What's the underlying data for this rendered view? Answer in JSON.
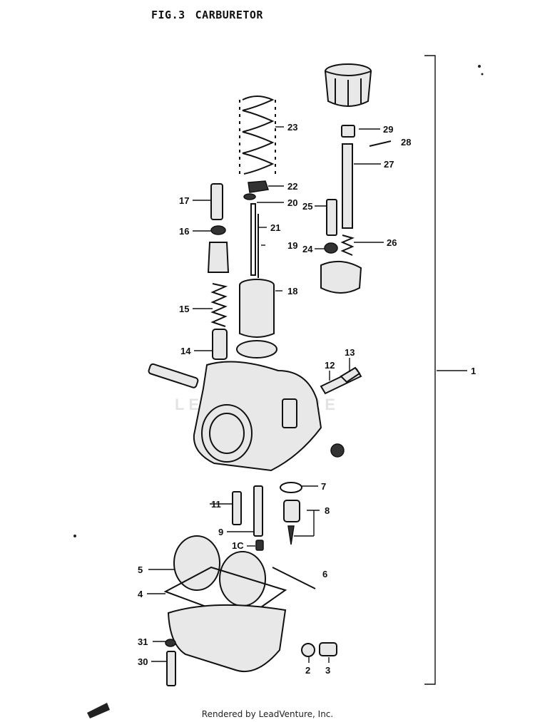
{
  "figure": {
    "number": "FIG.3",
    "title": "CARBURETOR"
  },
  "watermark": "LEADVENTURE",
  "footer": "Rendered by LeadVenture, Inc.",
  "callouts": [
    "1",
    "2",
    "3",
    "4",
    "5",
    "6",
    "7",
    "8",
    "9",
    "1C",
    "11",
    "12",
    "13",
    "14",
    "15",
    "16",
    "17",
    "18",
    "19",
    "20",
    "21",
    "22",
    "23",
    "24",
    "25",
    "26",
    "27",
    "28",
    "29",
    "30",
    "31"
  ]
}
